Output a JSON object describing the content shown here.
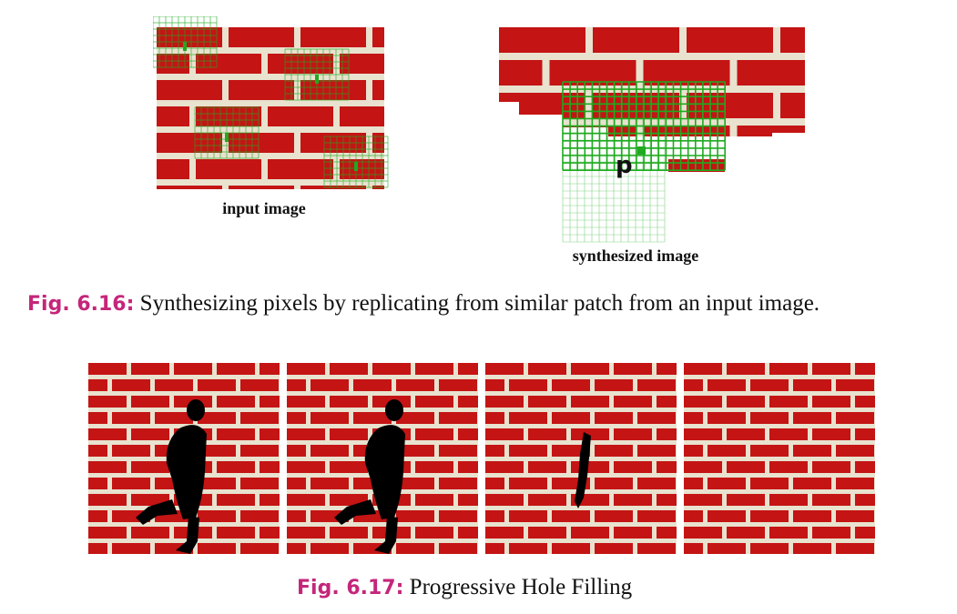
{
  "figure_616": {
    "input_label": "input image",
    "synth_label": "synthesized image",
    "pixel_label": "p",
    "caption_number": "Fig. 6.16:",
    "caption_text": "Synthesizing pixels by replicating from similar patch from an input image."
  },
  "figure_617": {
    "caption_number": "Fig. 6.17:",
    "caption_text": "Progressive Hole Filling"
  },
  "colors": {
    "brick": "#c41414",
    "mortar": "#e8e2cf",
    "grid_green": "#1faa1f",
    "accent_caption": "#c4267a"
  }
}
